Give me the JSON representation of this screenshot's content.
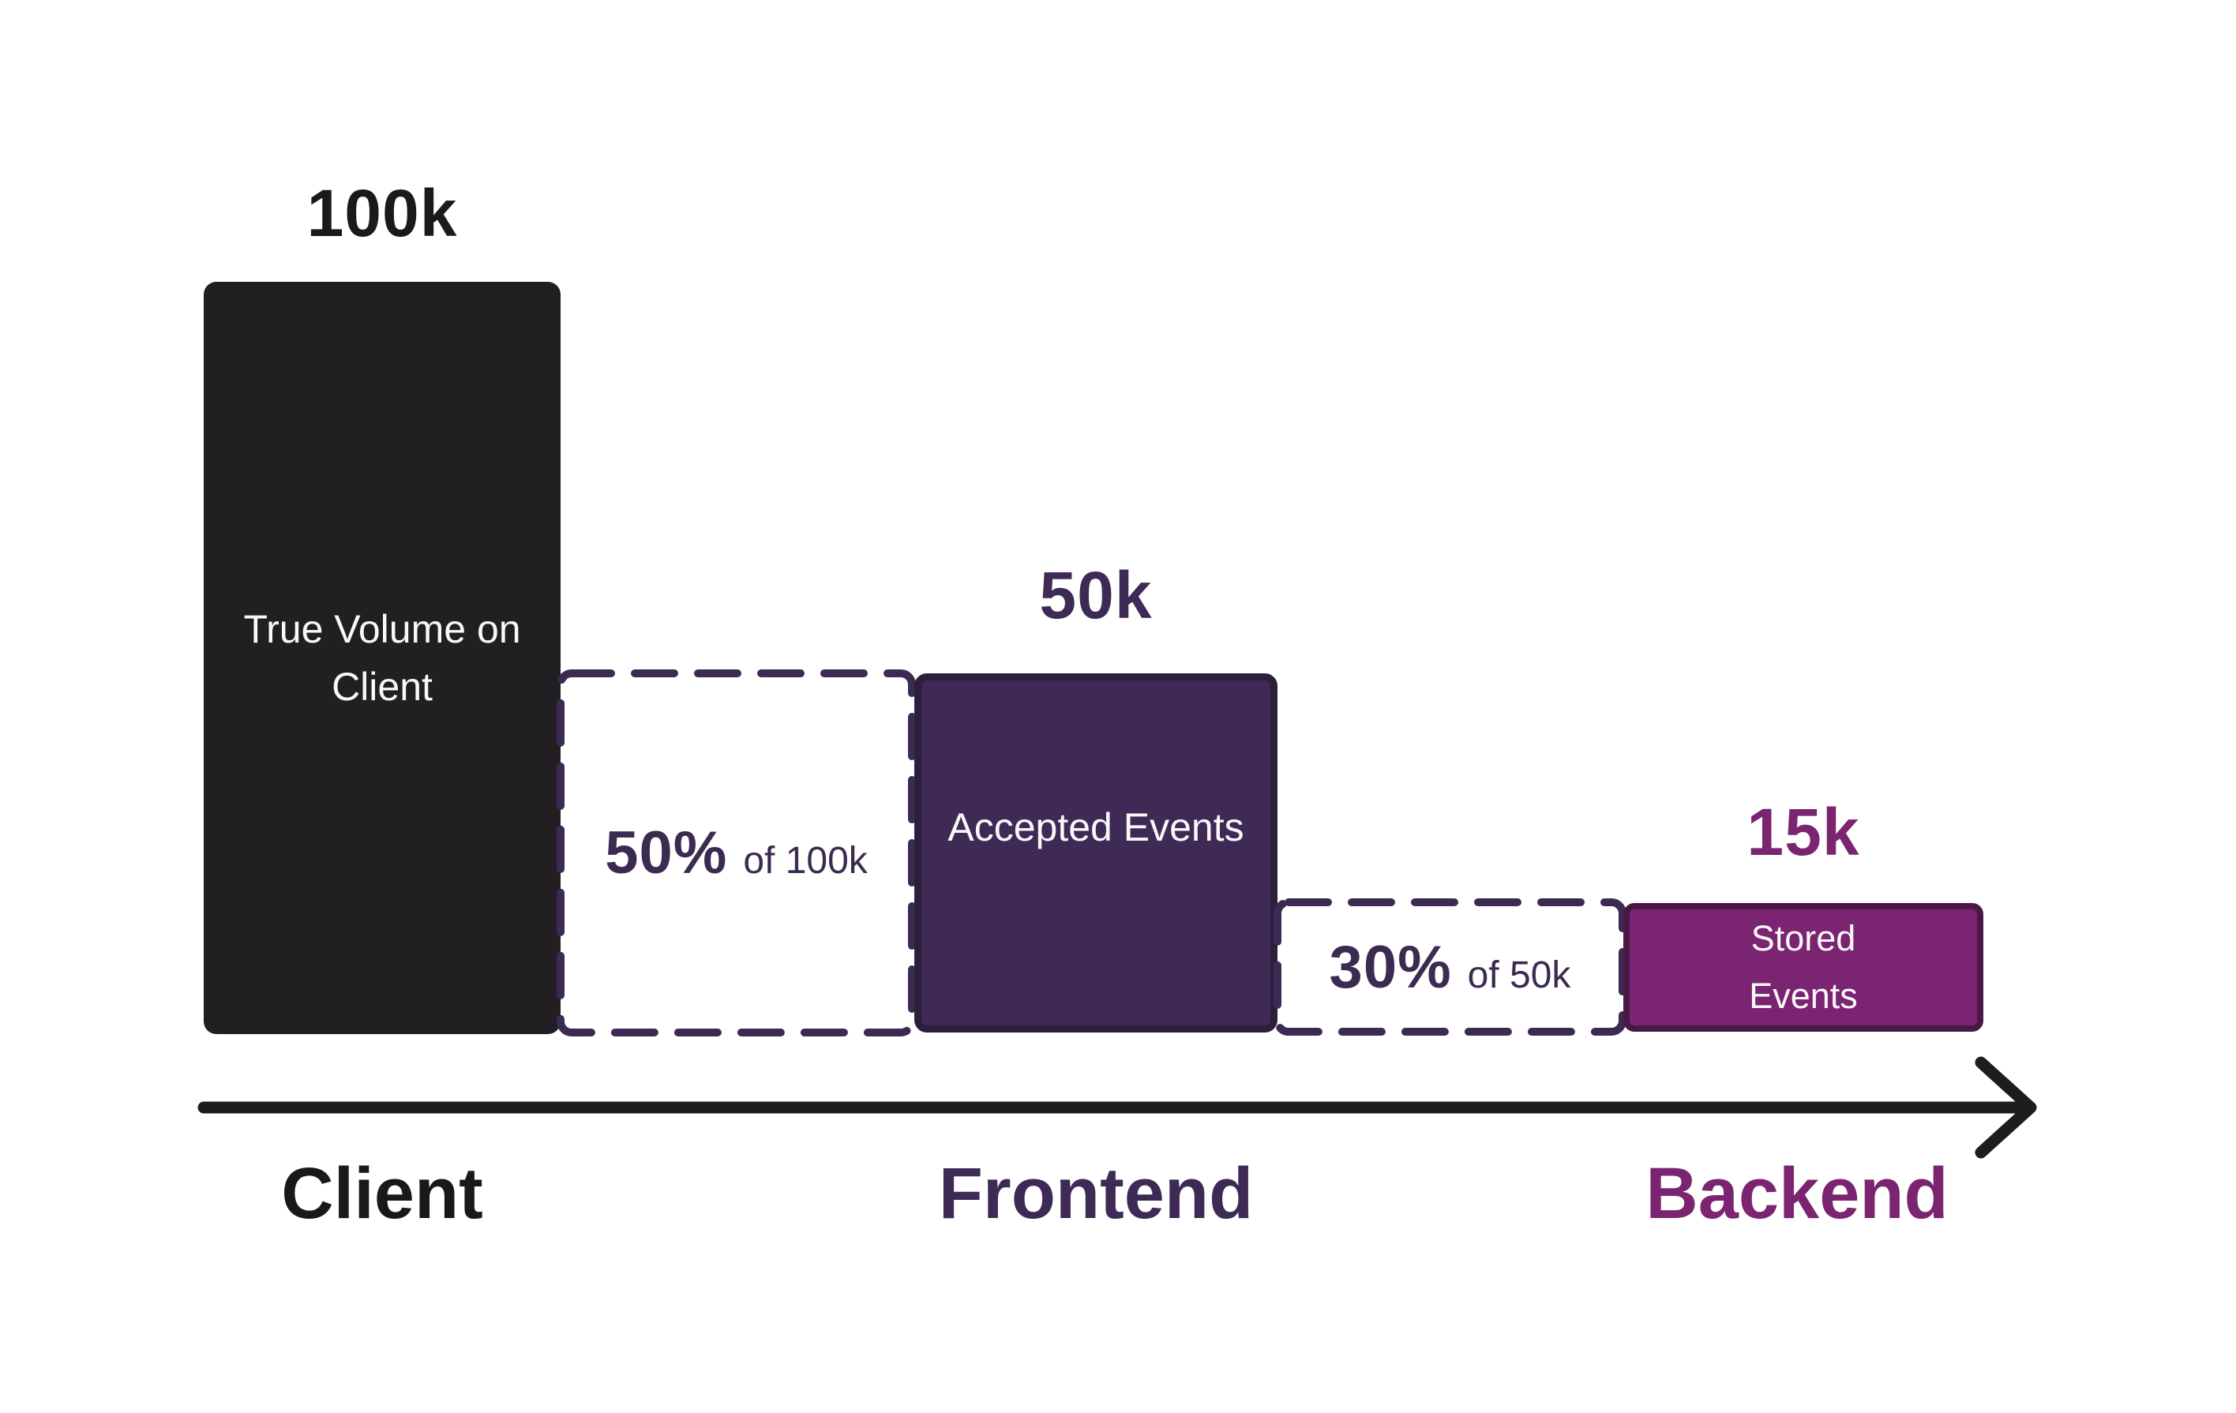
{
  "palette": {
    "ink": "#1E1C1F",
    "dark_violet_fill": "#3F2A56",
    "dark_violet_border": "#2B1F3B",
    "dashed_border": "#3C2A52",
    "magenta_fill": "#7B2472",
    "magenta_border": "#491945",
    "white_text": "#FAF8FA"
  },
  "stages": [
    {
      "axis_label": "Client",
      "value_label": "100k",
      "bar_label": "True Volume on Client"
    },
    {
      "axis_label": "Frontend",
      "value_label": "50k",
      "bar_label": "Accepted Events",
      "drop_pct": "50%",
      "drop_of": "of 100k"
    },
    {
      "axis_label": "Backend",
      "value_label": "15k",
      "bar_label": "Stored Events",
      "drop_pct": "30%",
      "drop_of": "of 50k"
    }
  ],
  "chart_data": {
    "type": "bar",
    "variant": "funnel",
    "orientation": "vertical",
    "categories": [
      "Client",
      "Frontend",
      "Backend"
    ],
    "values": [
      100000,
      50000,
      15000
    ],
    "value_labels": [
      "100k",
      "50k",
      "15k"
    ],
    "bar_labels": [
      "True Volume on Client",
      "Accepted Events",
      "Stored Events"
    ],
    "bar_colors": [
      "#211F22",
      "#3F2A56",
      "#7B2472"
    ],
    "drop_annotations": [
      {
        "between": [
          "Client",
          "Frontend"
        ],
        "label": "50% of 100k",
        "retained_fraction": 0.5,
        "style": "dashed-outline"
      },
      {
        "between": [
          "Frontend",
          "Backend"
        ],
        "label": "30% of 50k",
        "retained_fraction": 0.3,
        "style": "dashed-outline"
      }
    ],
    "x_axis": {
      "style": "arrow",
      "direction": "right",
      "labels": [
        "Client",
        "Frontend",
        "Backend"
      ]
    },
    "title": "",
    "legend": false,
    "grid": false
  }
}
